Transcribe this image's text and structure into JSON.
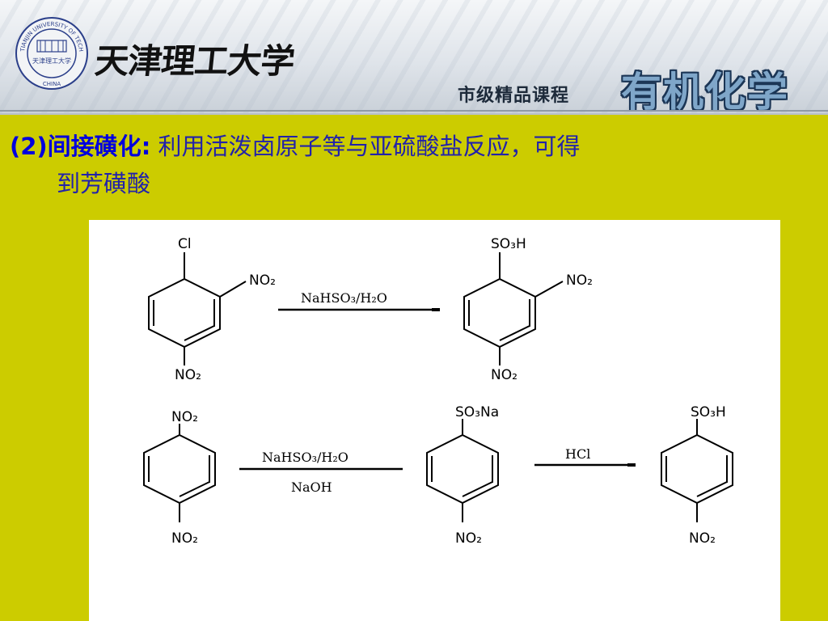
{
  "header": {
    "university_name": "天津理工大学",
    "seal_ring_text": "TIANJIN UNIVERSITY OF TECHNOLOGY",
    "seal_center_text": "天津理工大学",
    "seal_bottom_text": "CHINA",
    "course_level": "市级精品课程",
    "course_name": "有机化学"
  },
  "bullet": {
    "label": "(2)间接磺化",
    "colon": ":",
    "text_line1": " 利用活泼卤原子等与亚硫酸盐反应，可得",
    "text_line2": "到芳磺酸"
  },
  "diagram": {
    "r1": {
      "reactant_cl": "Cl",
      "reactant_no2_side": "NO₂",
      "reactant_no2_bottom": "NO₂",
      "reagent_above": "NaHSO₃/H₂O",
      "product_so3h": "SO₃H",
      "product_no2_side": "NO₂",
      "product_no2_bottom": "NO₂"
    },
    "r2": {
      "reactant_no2_top": "NO₂",
      "reactant_no2_bottom": "NO₂",
      "reagent_above": "NaHSO₃/H₂O",
      "reagent_below": "NaOH",
      "intermediate_so3na": "SO₃Na",
      "intermediate_no2": "NO₂",
      "reagent_2": "HCl",
      "product_so3h": "SO₃H",
      "product_no2": "NO₂"
    }
  }
}
